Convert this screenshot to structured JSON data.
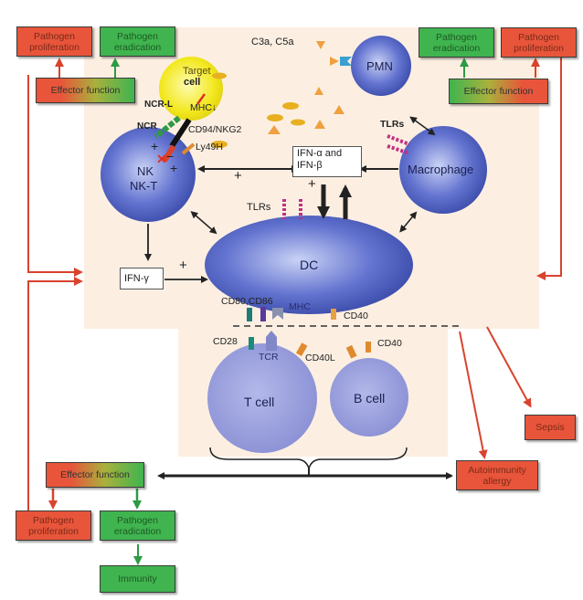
{
  "diagram": {
    "type": "immune-response-flow",
    "colors": {
      "background_panel": "#fcefe2",
      "pathogen_proliferation": "#e8553a",
      "pathogen_eradication": "#3fb44f",
      "cell_blue": "#4a5fc0",
      "lymphocyte_blue": "#9aa0dc",
      "target_cell_yellow": "#f2e81e",
      "arrow_red": "#d9432e",
      "arrow_green": "#2e9a44"
    },
    "top_left": {
      "pathogen_proliferation": "Pathogen proliferation",
      "pathogen_eradication": "Pathogen eradication",
      "effector_function": "Effector function"
    },
    "top_right": {
      "pathogen_eradication": "Pathogen eradication",
      "pathogen_proliferation": "Pathogen proliferation",
      "effector_function": "Effector function"
    },
    "bottom_left": {
      "effector_function": "Effector function",
      "pathogen_proliferation": "Pathogen proliferation",
      "pathogen_eradication": "Pathogen eradication",
      "immunity": "Immunity"
    },
    "outcomes": {
      "autoimmunity": "Autoimmunity allergy",
      "sepsis": "Sepsis"
    },
    "cells": {
      "target": "Target cell",
      "target_line1": "Target",
      "target_line2": "cell",
      "mhc_down": "MHC↓",
      "nk_line1": "NK",
      "nk_line2": "NK-T",
      "pmn": "PMN",
      "macrophage": "Macrophage",
      "dc": "DC",
      "t_cell": "T cell",
      "b_cell": "B cell"
    },
    "molecules": {
      "c3a_c5a": "C3a, C5a",
      "ncr_l": "NCR-L",
      "ncr": "NCR",
      "cd94_nkg2": "CD94/NKG2",
      "ly49h": "Ly49H",
      "tlrs_macrophage": "TLRs",
      "tlrs_dc": "TLRs",
      "ifn_ab_line1": "IFN-α and",
      "ifn_ab_line2": "IFN-β",
      "ifn_g": "IFN-γ",
      "cd80_cd86": "CD80,CD86",
      "mhc": "MHC",
      "cd40_dc": "CD40",
      "cd28": "CD28",
      "tcr": "TCR",
      "cd40l": "CD40L",
      "cd40_b": "CD40"
    },
    "signs": {
      "plus": "+",
      "minus": "−"
    }
  }
}
